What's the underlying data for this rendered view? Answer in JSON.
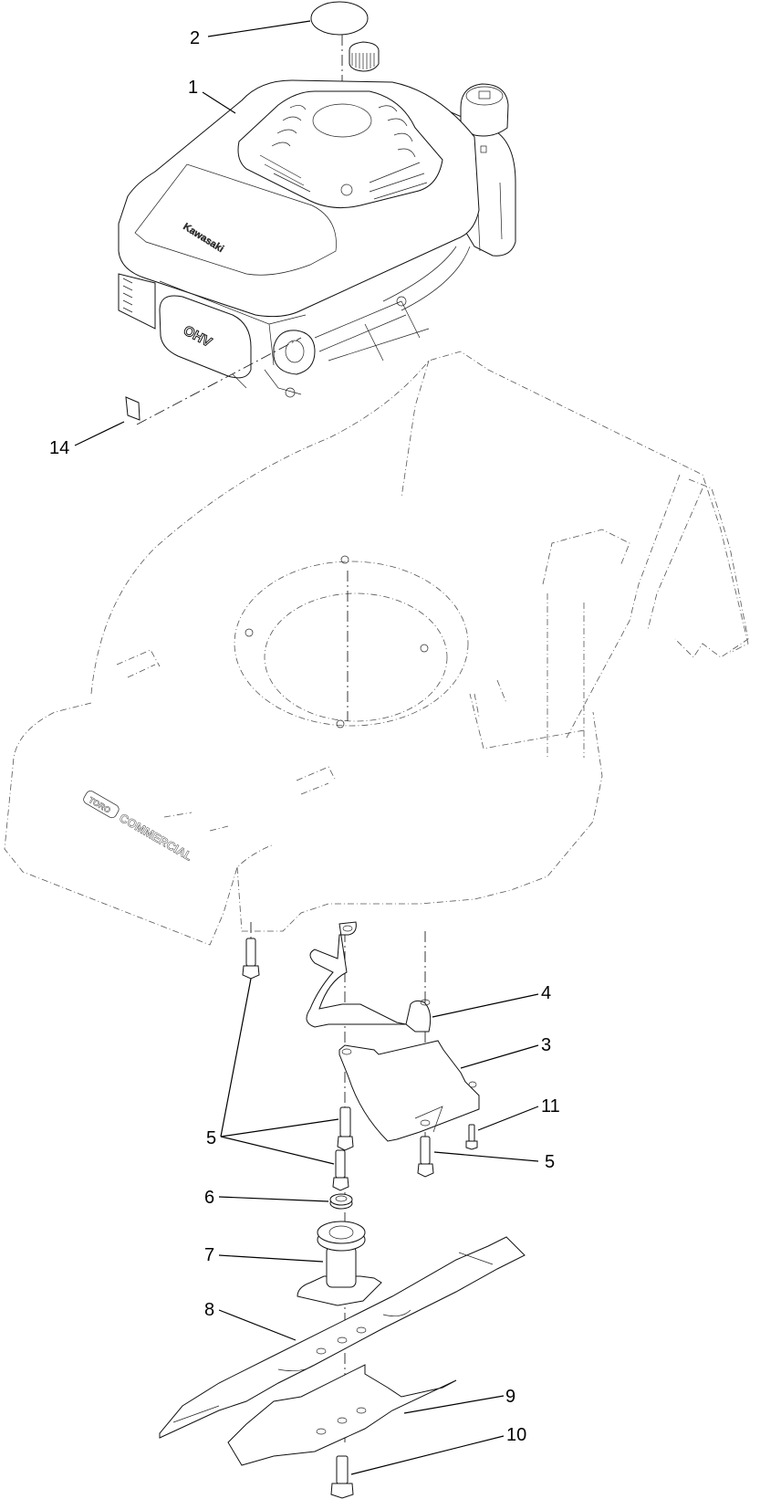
{
  "diagram": {
    "type": "exploded-parts-diagram",
    "subject": "Walk-behind mower engine, deck, and blade assembly",
    "colors": {
      "line": "#000000",
      "background": "#ffffff",
      "phantom": "#555555"
    }
  },
  "engine": {
    "brand_label": "Kawasaki",
    "valve_label": "OHV"
  },
  "deck": {
    "brand_badge": "TORO",
    "brand_text": "COMMERCIAL"
  },
  "callouts": [
    {
      "id": "c1",
      "label": "1",
      "part": "engine"
    },
    {
      "id": "c2",
      "label": "2",
      "part": "decal-round"
    },
    {
      "id": "c3",
      "label": "3",
      "part": "blade-guard"
    },
    {
      "id": "c4",
      "label": "4",
      "part": "brake-bracket"
    },
    {
      "id": "c5a",
      "label": "5",
      "part": "bolt-group"
    },
    {
      "id": "c5b",
      "label": "5",
      "part": "bolt-right"
    },
    {
      "id": "c6",
      "label": "6",
      "part": "spacer"
    },
    {
      "id": "c7",
      "label": "7",
      "part": "blade-adapter"
    },
    {
      "id": "c8",
      "label": "8",
      "part": "blade"
    },
    {
      "id": "c9",
      "label": "9",
      "part": "blade-stiffener"
    },
    {
      "id": "c10",
      "label": "10",
      "part": "blade-bolt"
    },
    {
      "id": "c11",
      "label": "11",
      "part": "screw"
    },
    {
      "id": "c14",
      "label": "14",
      "part": "decal-square"
    }
  ]
}
